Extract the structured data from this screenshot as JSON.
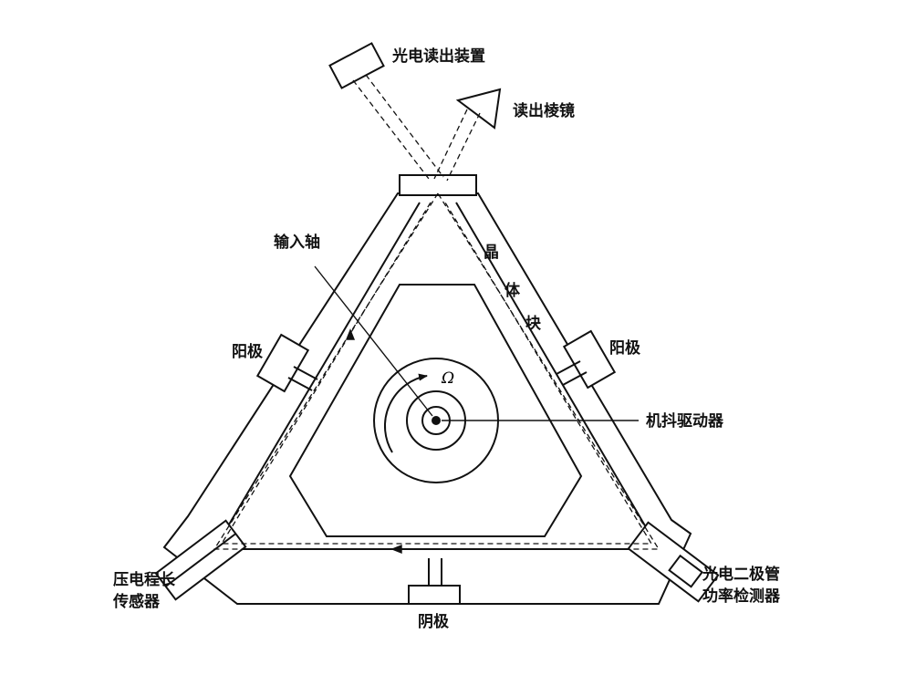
{
  "diagram": {
    "labels": {
      "photo_readout": "光电读出装置",
      "readout_prism": "读出棱镜",
      "input_axis": "输入轴",
      "crystal_block": [
        "晶",
        "体",
        "块"
      ],
      "anode_left": "阳极",
      "anode_right": "阳极",
      "dither_driver": "机抖驱动器",
      "piezo_sensor_line1": "压电程长",
      "piezo_sensor_line2": "传感器",
      "photodiode_line1": "光电二极管",
      "photodiode_line2": "功率检测器",
      "cathode": "阴极",
      "rotation_symbol": "Ω"
    },
    "colors": {
      "stroke": "#111111",
      "background": "#ffffff"
    }
  }
}
